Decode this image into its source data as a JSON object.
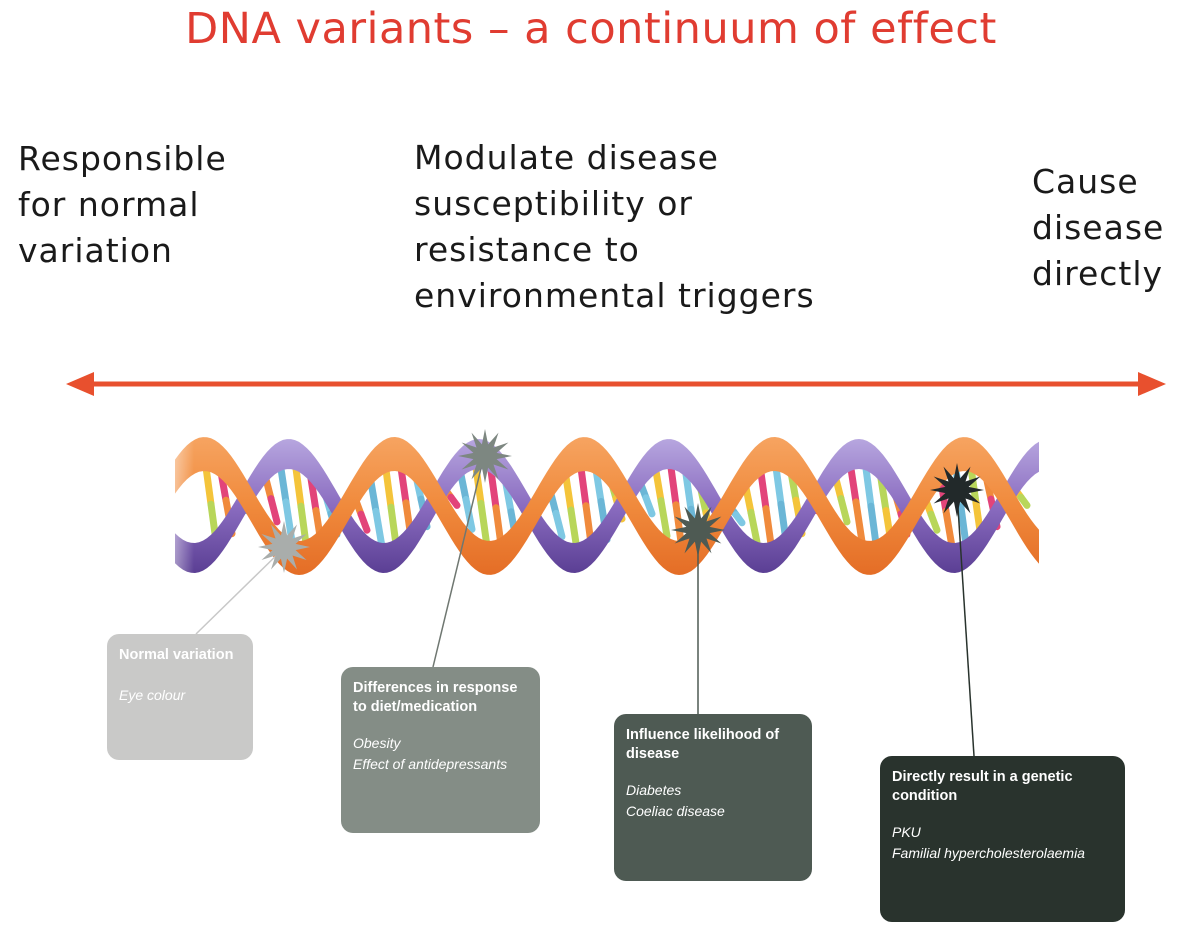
{
  "title": "DNA variants – a continuum of effect",
  "categories": {
    "left": [
      "Responsible",
      "for normal",
      "variation"
    ],
    "middle": [
      "Modulate disease",
      "susceptibility or",
      "resistance to",
      "environmental triggers"
    ],
    "right": [
      "Cause",
      "disease",
      "directly"
    ]
  },
  "boxes": [
    {
      "heading": "Normal variation",
      "examples": [
        "Eye colour"
      ]
    },
    {
      "heading": "Differences in response to diet/medication",
      "examples": [
        "Obesity",
        "Effect of antidepressants"
      ]
    },
    {
      "heading": "Influence likelihood of disease",
      "examples": [
        "Diabetes",
        "Coeliac disease"
      ]
    },
    {
      "heading": "Directly result in a genetic condition",
      "examples": [
        "PKU",
        "Familial hypercholesterolaemia"
      ]
    }
  ],
  "colors": {
    "title": "#e03c31",
    "arrow": "#e8502e",
    "strand_orange": "#f08a3c",
    "strand_purple": "#7b5bb0",
    "box_fills": [
      "#c9c9c8",
      "#848d86",
      "#4e5a53",
      "#29332d"
    ]
  },
  "icons": {
    "variant_marker": "starburst-icon",
    "continuum_arrow": "double-headed-arrow-icon",
    "dna": "dna-helix-icon"
  }
}
